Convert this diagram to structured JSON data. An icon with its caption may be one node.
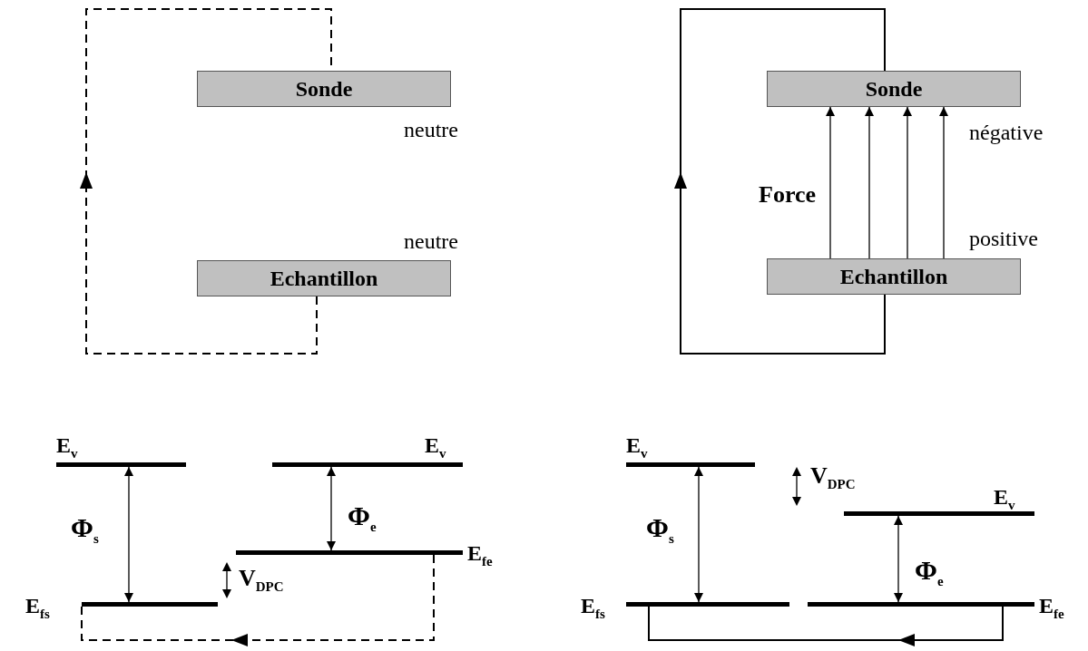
{
  "diagram": {
    "nodes": [
      {
        "text": [
          "Sonde"
        ],
        "beside": [
          "neutre"
        ]
      },
      {
        "text": [
          "Echantillon"
        ],
        "beside": [
          "neutre"
        ]
      },
      {
        "text": [
          "Sonde"
        ],
        "beside": [
          "négative"
        ]
      },
      {
        "text": [
          "Echantillon"
        ],
        "beside": [
          "positive"
        ]
      },
      {
        "text": [],
        "shape": "bar",
        "beside": [
          "E$_{v}$"
        ]
      },
      {
        "text": [],
        "shape": "bar",
        "beside": [
          "E$_{v}$"
        ]
      },
      {
        "text": [],
        "shape": "bar",
        "beside": [
          "E$_{fe}$"
        ]
      },
      {
        "text": [],
        "shape": "bar",
        "beside": [
          "E$_{fs}$"
        ]
      },
      {
        "text": [],
        "shape": "bar",
        "beside": [
          "E$_{v}$"
        ]
      },
      {
        "text": [],
        "shape": "bar",
        "beside": [
          "E$_{v}$"
        ]
      },
      {
        "text": [],
        "shape": "bar",
        "beside": [
          "E$_{fs}$"
        ]
      },
      {
        "text": [],
        "shape": "bar",
        "beside": [
          "E$_{fe}$"
        ]
      }
    ],
    "edges": [
      {
        "from": 1,
        "to": 0,
        "arrow": "to",
        "style": "dashed"
      },
      {
        "from": 3,
        "to": 2,
        "arrow": "to"
      },
      {
        "from": 6,
        "to": 7,
        "arrow": "to",
        "style": "dashed"
      },
      {
        "from": 11,
        "to": 10,
        "arrow": "to"
      },
      {
        "from": 3,
        "to": 2,
        "arrow": "to"
      },
      {
        "from": 3,
        "to": 2,
        "arrow": "to"
      },
      {
        "from": 3,
        "to": 2,
        "arrow": "to"
      },
      {
        "from": 3,
        "to": 2,
        "arrow": "to"
      },
      {
        "from": 4,
        "to": 7,
        "arrow": "both"
      },
      {
        "from": 5,
        "to": 6,
        "arrow": "both"
      },
      {
        "from": 8,
        "to": 10,
        "arrow": "both"
      },
      {
        "from": 9,
        "to": 11,
        "arrow": "both"
      }
    ],
    "labels": [
      "Force",
      "Φ$_{s}$",
      "Φ$_{e}$",
      "V$_{DPC}$",
      "V$_{DPC}$",
      "Φ$_{s}$",
      "Φ$_{e}$"
    ]
  }
}
